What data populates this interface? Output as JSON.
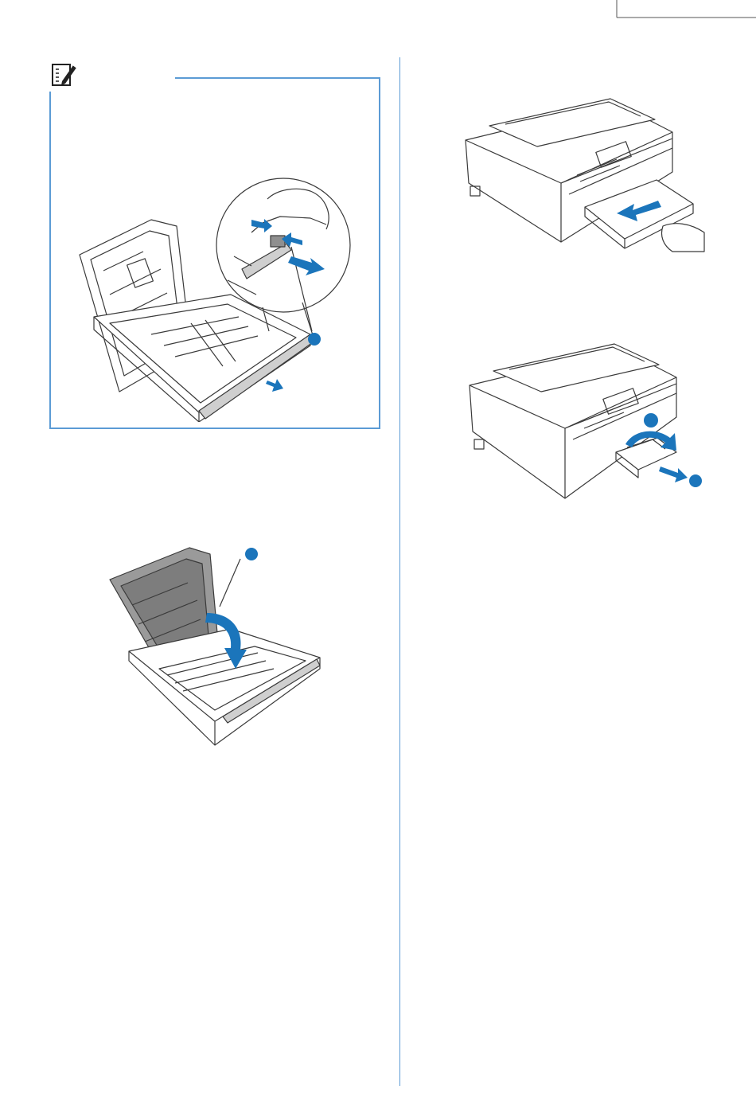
{
  "page": {
    "background": "#ffffff",
    "accent_color": "#1b75bb",
    "line_color": "#5b9bd5",
    "ink_color": "#3a3a3a"
  },
  "note_box": {
    "icon": "note-pencil-icon"
  },
  "figures": [
    {
      "name": "paper-tray-open-guide-illustration",
      "callouts": [
        ""
      ]
    },
    {
      "name": "paper-tray-close-cover-illustration",
      "callouts": [
        ""
      ]
    },
    {
      "name": "insert-tray-into-printer-illustration",
      "callouts": []
    },
    {
      "name": "pull-out-paper-support-illustration",
      "callouts": [
        "",
        ""
      ]
    }
  ]
}
